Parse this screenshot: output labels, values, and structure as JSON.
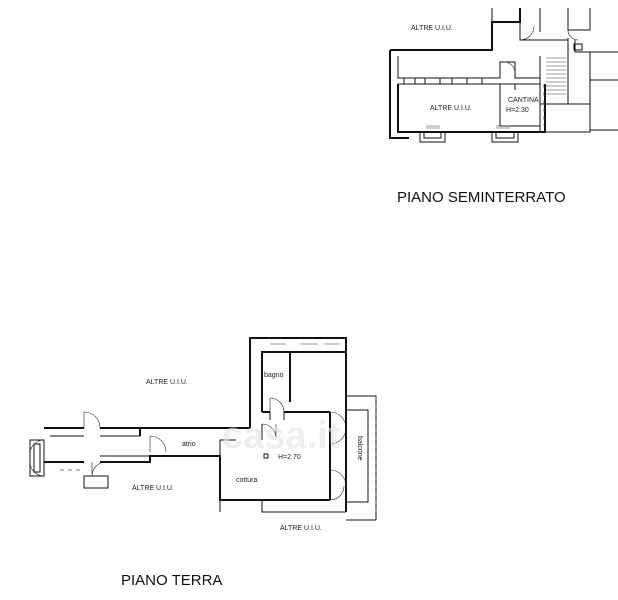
{
  "floors": {
    "basement": {
      "title": "PIANO SEMINTERRATO",
      "label_other_units_top": "ALTRE U.I.U.",
      "label_other_units_mid": "ALTRE U.I.U.",
      "label_cellar": "CANTINA",
      "label_cellar_height": "H=2.30"
    },
    "ground": {
      "title": "PIANO TERRA",
      "label_other_units_left": "ALTRE U.I.U.",
      "label_other_units_bottom_left": "ALTRE U.I.U.",
      "label_other_units_bottom": "ALTRE U.I.U.",
      "label_bathroom": "bagno",
      "label_atrium": "atrio",
      "label_cooking": "cottura",
      "label_height": "H=2.70",
      "label_balcony": "balcone"
    }
  },
  "watermark": "casa.it",
  "colors": {
    "line": "#111111",
    "watermark": "#e2e2e2"
  }
}
